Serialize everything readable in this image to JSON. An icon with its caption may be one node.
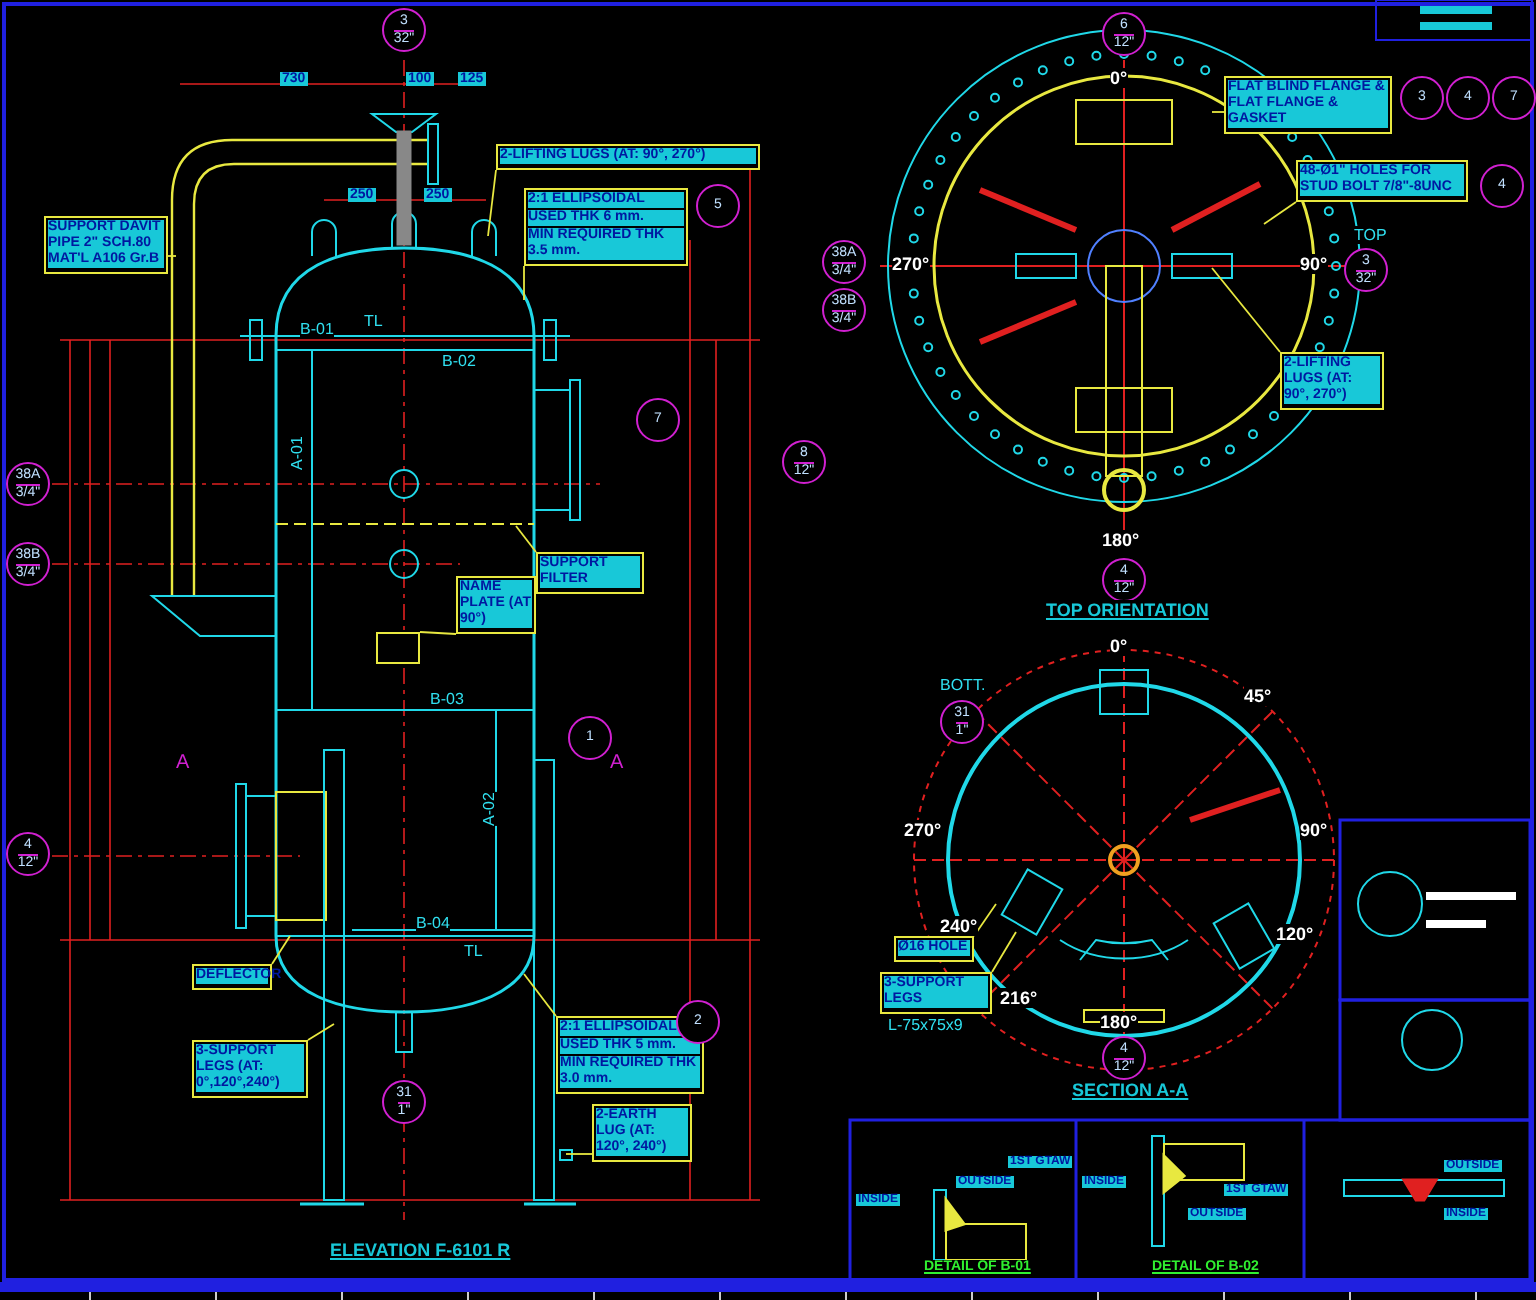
{
  "diagram": {
    "nodes": [
      {
        "text": [
          "2-LIFTING LUGS (AT: 90°, 270°)"
        ]
      },
      {
        "text": [
          "2:1 ELLIPSOIDAL",
          "USED THK 6 mm.",
          "MIN REQUIRED THK 3.5 mm."
        ]
      },
      {
        "text": [
          "5"
        ]
      },
      {
        "text": [
          "SUPPORT DAVIT PIPE 2\" SCH.80 MAT'L A106 Gr.B"
        ]
      },
      {
        "text": [
          "SUPPORT FILTER"
        ]
      },
      {
        "text": [
          "NAME PLATE (AT 90°)"
        ]
      },
      {
        "text": [
          "DEFLECTOR"
        ]
      },
      {
        "text": [
          "3-SUPPORT LEGS (AT: 0°,120°,240°)"
        ]
      },
      {
        "text": [
          "2:1 ELLIPSOIDAL",
          "USED THK 5 mm.",
          "MIN REQUIRED THK 3.0 mm."
        ]
      },
      {
        "text": [
          "2"
        ]
      },
      {
        "text": [
          "2-EARTH LUG (AT: 120°, 240°)"
        ]
      },
      {
        "text": [
          "FLAT BLIND FLANGE & FLAT FLANGE & GASKET"
        ]
      },
      {
        "text": [
          "3"
        ]
      },
      {
        "text": [
          "4"
        ]
      },
      {
        "text": [
          "7"
        ]
      },
      {
        "text": [
          "48-Ø1\" HOLES FOR STUD BOLT 7/8\"-8UNC"
        ]
      },
      {
        "text": [
          "4"
        ]
      },
      {
        "text": [
          "2-LIFTING LUGS (AT: 90°, 270°)"
        ]
      },
      {
        "text": [
          "Ø16 HOLE"
        ]
      },
      {
        "text": [
          "3-SUPPORT LEGS"
        ],
        "beside": [
          "L-75x75x9"
        ]
      },
      {
        "text": [
          "3",
          "32\""
        ]
      },
      {
        "text": [
          "6",
          "12\""
        ]
      },
      {
        "text": [
          "38A",
          "3/4\""
        ]
      },
      {
        "text": [
          "38B",
          "3/4\""
        ]
      },
      {
        "text": [
          "3",
          "32\""
        ],
        "beside": [
          "TOP"
        ]
      },
      {
        "text": [
          "4",
          "12\""
        ]
      },
      {
        "text": [
          "8",
          "12\""
        ]
      },
      {
        "text": [
          "38A",
          "3/4\""
        ]
      },
      {
        "text": [
          "38B",
          "3/4\""
        ]
      },
      {
        "text": [
          "7"
        ]
      },
      {
        "text": [
          "1"
        ]
      },
      {
        "text": [
          "4",
          "12\""
        ]
      },
      {
        "text": [
          "31",
          "1\""
        ]
      },
      {
        "text": [
          "31",
          "1\""
        ],
        "beside": [
          "BOTT."
        ]
      },
      {
        "text": [
          "4",
          "12\""
        ]
      },
      {
        "text": [],
        "shape": "box"
      }
    ],
    "edges": [
      {
        "from": 0,
        "to": null,
        "arrow": "none"
      },
      {
        "from": 1,
        "to": null,
        "arrow": "none"
      },
      {
        "from": 3,
        "to": null,
        "arrow": "none"
      },
      {
        "from": 4,
        "to": null,
        "arrow": "none"
      },
      {
        "from": 5,
        "to": 35,
        "arrow": "none"
      },
      {
        "from": 6,
        "to": null,
        "arrow": "none"
      },
      {
        "from": 7,
        "to": null,
        "arrow": "none"
      },
      {
        "from": 8,
        "to": null,
        "arrow": "none"
      },
      {
        "from": 10,
        "to": null,
        "arrow": "none"
      },
      {
        "from": 11,
        "to": null,
        "arrow": "none"
      },
      {
        "from": 15,
        "to": null,
        "arrow": "none"
      },
      {
        "from": 17,
        "to": null,
        "arrow": "none"
      },
      {
        "from": 18,
        "to": null,
        "arrow": "none"
      },
      {
        "from": 19,
        "to": null,
        "arrow": "none"
      }
    ],
    "labels": [
      "730",
      "100",
      "125",
      "250",
      "250",
      "TL",
      "B-01",
      "B-02",
      "A-01",
      "B-03",
      "A-02",
      "B-04",
      "TL",
      "A",
      "A",
      "ELEVATION F-6101 R",
      "0°",
      "270°",
      "90°",
      "180°",
      "TOP ORIENTATION",
      "0°",
      "45°",
      "270°",
      "90°",
      "240°",
      "120°",
      "216°",
      "180°",
      "SECTION A-A",
      "INSIDE",
      "OUTSIDE",
      "1ST GTAW",
      "INSIDE",
      "OUTSIDE",
      "1ST GTAW",
      "OUTSIDE",
      "INSIDE",
      "DETAIL OF B-01",
      "DETAIL OF B-02"
    ]
  }
}
